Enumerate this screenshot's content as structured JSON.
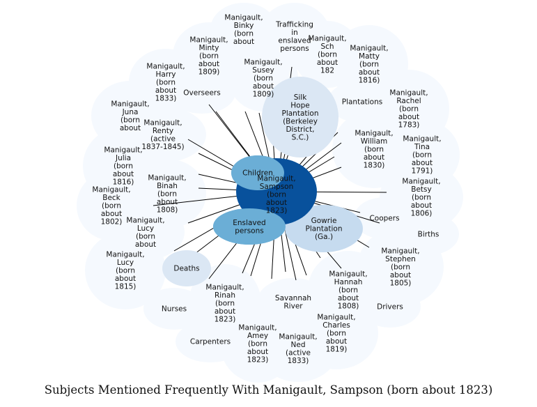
{
  "caption": "Subjects Mentioned Frequently With Manigault, Sampson (born about 1823)",
  "colors": {
    "halo": "#f5f9fe",
    "center": "#08519c",
    "tier2": "#6baed6",
    "tier3": "#c6dbef",
    "tier4": "#dbe7f4",
    "edge": "#000000"
  },
  "center": {
    "lines": [
      "Manigault,",
      "Sampson",
      "(born",
      "about",
      "1823)"
    ]
  },
  "nodes": [
    {
      "id": "children",
      "lines": [
        "Children"
      ],
      "tier": "tier2"
    },
    {
      "id": "enslaved-persons",
      "lines": [
        "Enslaved",
        "persons"
      ],
      "tier": "tier2"
    },
    {
      "id": "gowrie",
      "lines": [
        "Gowrie",
        "Plantation",
        "(Ga.)"
      ],
      "tier": "tier3"
    },
    {
      "id": "silk-hope",
      "lines": [
        "Silk",
        "Hope",
        "Plantation",
        "(Berkeley",
        "District,",
        "S.C.)"
      ],
      "tier": "tier4"
    },
    {
      "id": "deaths",
      "lines": [
        "Deaths"
      ],
      "tier": "tier4"
    },
    {
      "id": "binky",
      "lines": [
        "Manigault,",
        "Binky",
        "(born",
        "about"
      ],
      "tier": "halo"
    },
    {
      "id": "trafficking",
      "lines": [
        "Trafficking",
        "in",
        "enslaved",
        "persons"
      ],
      "tier": "halo"
    },
    {
      "id": "unknown-top",
      "lines": [
        "Manigault,",
        "Sch",
        "(born",
        "about",
        "182"
      ],
      "tier": "halo"
    },
    {
      "id": "minty",
      "lines": [
        "Manigault,",
        "Minty",
        "(born",
        "about",
        "1809)"
      ],
      "tier": "halo"
    },
    {
      "id": "matty",
      "lines": [
        "Manigault,",
        "Matty",
        "(born",
        "about",
        "1816)"
      ],
      "tier": "halo"
    },
    {
      "id": "susey",
      "lines": [
        "Manigault,",
        "Susey",
        "(born",
        "about",
        "1809)"
      ],
      "tier": "halo"
    },
    {
      "id": "harry",
      "lines": [
        "Manigault,",
        "Harry",
        "(born",
        "about",
        "1833)"
      ],
      "tier": "halo"
    },
    {
      "id": "overseers",
      "lines": [
        "Overseers"
      ],
      "tier": "halo"
    },
    {
      "id": "plantations",
      "lines": [
        "Plantations"
      ],
      "tier": "halo"
    },
    {
      "id": "rachel",
      "lines": [
        "Manigault,",
        "Rachel",
        "(born",
        "about",
        "1783)"
      ],
      "tier": "halo"
    },
    {
      "id": "juna",
      "lines": [
        "Manigault,",
        "Juna",
        "(born",
        "about"
      ],
      "tier": "halo"
    },
    {
      "id": "renty",
      "lines": [
        "Manigault,",
        "Renty",
        "(active",
        "1837-1845)"
      ],
      "tier": "halo"
    },
    {
      "id": "william",
      "lines": [
        "Manigault,",
        "William",
        "(born",
        "about",
        "1830)"
      ],
      "tier": "halo"
    },
    {
      "id": "unknown-1791",
      "lines": [
        "Manigault,",
        "Tina",
        "(born",
        "about",
        "1791)"
      ],
      "tier": "halo"
    },
    {
      "id": "julia",
      "lines": [
        "Manigault,",
        "Julia",
        "(born",
        "about",
        "1816)"
      ],
      "tier": "halo"
    },
    {
      "id": "binah",
      "lines": [
        "Manigault,",
        "Binah",
        "(born",
        "about",
        "1808)"
      ],
      "tier": "halo"
    },
    {
      "id": "unknown-1806",
      "lines": [
        "Manigault,",
        "Betsy",
        "(born",
        "about",
        "1806)"
      ],
      "tier": "halo"
    },
    {
      "id": "betsy",
      "lines": [
        "Manigault,",
        "Beck",
        "(born",
        "about",
        "1802)"
      ],
      "tier": "halo"
    },
    {
      "id": "coopers",
      "lines": [
        "Coopers"
      ],
      "tier": "halo"
    },
    {
      "id": "lucy-a",
      "lines": [
        "Manigault,",
        "Lucy",
        "(born",
        "about"
      ],
      "tier": "halo"
    },
    {
      "id": "births",
      "lines": [
        "Births"
      ],
      "tier": "halo"
    },
    {
      "id": "stephen",
      "lines": [
        "Manigault,",
        "Stephen",
        "(born",
        "about",
        "1805)"
      ],
      "tier": "halo"
    },
    {
      "id": "lucy-b",
      "lines": [
        "Manigault,",
        "Lucy",
        "(born",
        "about",
        "1815)"
      ],
      "tier": "halo"
    },
    {
      "id": "hannah",
      "lines": [
        "Manigault,",
        "Hannah",
        "(born",
        "about",
        "1808)"
      ],
      "tier": "halo"
    },
    {
      "id": "rinah",
      "lines": [
        "Manigault,",
        "Rinah",
        "(born",
        "about",
        "1823)"
      ],
      "tier": "halo"
    },
    {
      "id": "savannah",
      "lines": [
        "Savannah",
        "River"
      ],
      "tier": "halo"
    },
    {
      "id": "drivers",
      "lines": [
        "Drivers"
      ],
      "tier": "halo"
    },
    {
      "id": "nurses",
      "lines": [
        "Nurses"
      ],
      "tier": "halo"
    },
    {
      "id": "charles",
      "lines": [
        "Manigault,",
        "Charles",
        "(born",
        "about",
        "1819)"
      ],
      "tier": "halo"
    },
    {
      "id": "carpenters",
      "lines": [
        "Carpenters"
      ],
      "tier": "halo"
    },
    {
      "id": "amey",
      "lines": [
        "Manigault,",
        "Amey",
        "(born",
        "about",
        "1823)"
      ],
      "tier": "halo"
    },
    {
      "id": "ned",
      "lines": [
        "Manigault,",
        "Ned",
        "(active",
        "1833)"
      ],
      "tier": "halo"
    }
  ]
}
